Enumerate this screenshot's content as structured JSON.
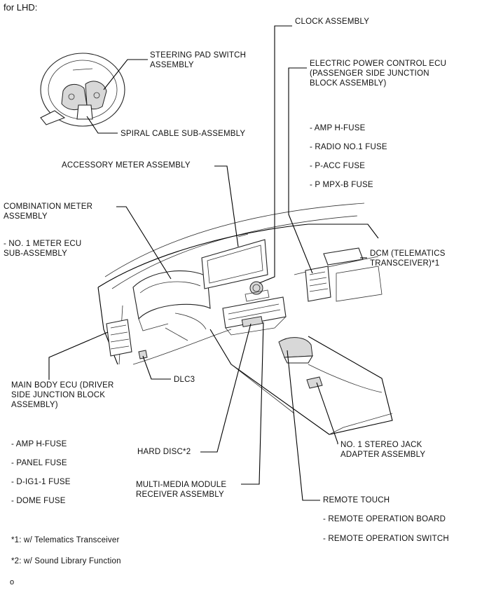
{
  "header": "for LHD:",
  "labels": {
    "steering_pad_switch": "STEERING PAD SWITCH\nASSEMBLY",
    "spiral_cable": "SPIRAL CABLE SUB-ASSEMBLY",
    "clock": "CLOCK ASSEMBLY",
    "electric_power_ecu": "ELECTRIC POWER CONTROL ECU\n(PASSENGER SIDE JUNCTION\nBLOCK ASSEMBLY)",
    "accessory_meter": "ACCESSORY METER ASSEMBLY",
    "combination_meter": "COMBINATION METER\nASSEMBLY",
    "meter_ecu": "- NO. 1 METER ECU\nSUB-ASSEMBLY",
    "dcm": "DCM (TELEMATICS\nTRANSCEIVER)*1",
    "dlc3": "DLC3",
    "main_body_ecu": "MAIN BODY ECU (DRIVER\nSIDE JUNCTION BLOCK\nASSEMBLY)",
    "hard_disc": "HARD DISC*2",
    "stereo_jack": "NO. 1 STEREO JACK\nADAPTER ASSEMBLY",
    "multimedia": "MULTI-MEDIA MODULE\nRECEIVER ASSEMBLY",
    "remote_touch": "REMOTE TOUCH"
  },
  "passenger_fuses": [
    "- AMP H-FUSE",
    "- RADIO NO.1 FUSE",
    "- P-ACC FUSE",
    "- P MPX-B FUSE"
  ],
  "driver_fuses": [
    "- AMP H-FUSE",
    "- PANEL FUSE",
    "- D-IG1-1 FUSE",
    "- DOME FUSE"
  ],
  "remote_touch_items": [
    "- REMOTE OPERATION BOARD",
    "- REMOTE OPERATION SWITCH"
  ],
  "footnotes": {
    "note1": "*1: w/ Telematics Transceiver",
    "note2": "*2: w/ Sound Library Function"
  },
  "corner_mark": "o"
}
